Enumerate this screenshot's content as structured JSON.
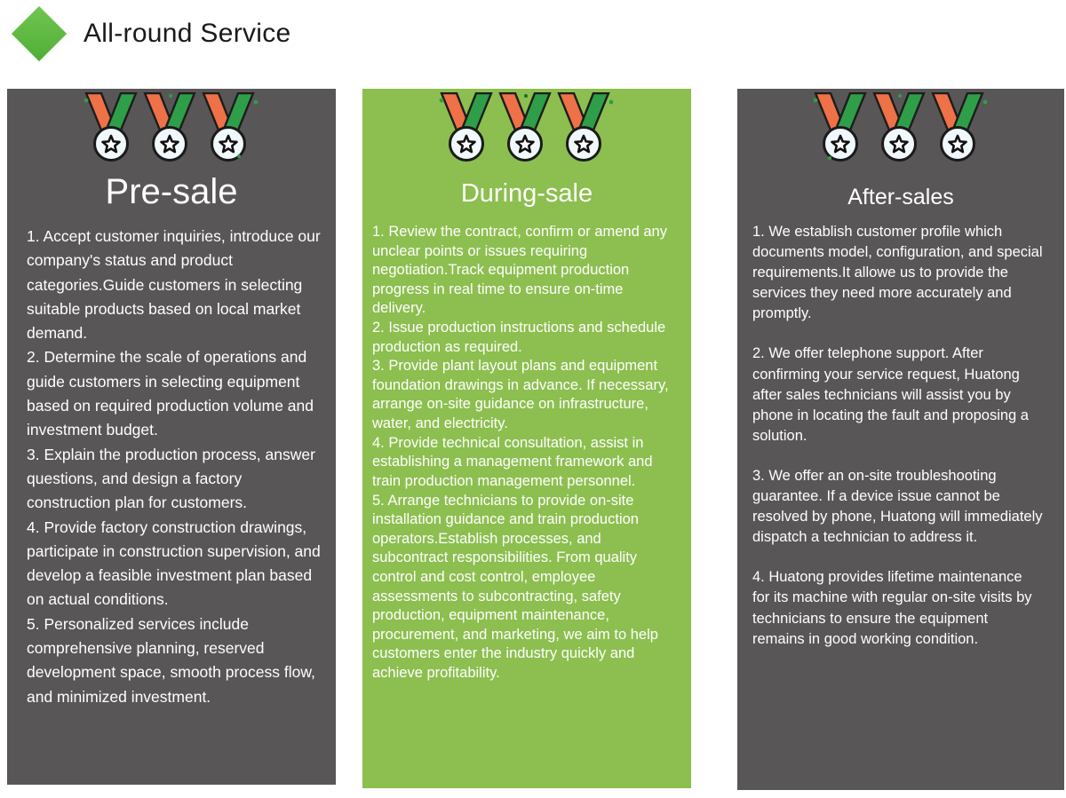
{
  "header": {
    "title": "All-round Service"
  },
  "icons": {
    "header_icon": "diamond-icon",
    "card_badge": "medals-icon",
    "medal_star": "star-icon"
  },
  "colors": {
    "page_bg": "#ffffff",
    "gray_card": "#595657",
    "green_card": "#8cbf4f",
    "diamond_green": "#5eb73b",
    "ribbon_orange": "#ee7148",
    "ribbon_green": "#2f9e49",
    "card_text": "#ffffff",
    "header_text": "#1a1a1a"
  },
  "cards": [
    {
      "id": "pre-sale",
      "title": "Pre-sale",
      "theme": "gray",
      "items": [
        "1. Accept customer inquiries, introduce our company's status and product categories.Guide customers in selecting suitable products based on local market demand.",
        "2. Determine the scale of operations and guide customers in selecting equipment based on required production volume and investment budget.",
        "3. Explain the production process, answer questions, and design a factory construction plan for customers.",
        "4. Provide factory construction drawings, participate in construction supervision, and develop a feasible investment plan based on actual conditions.",
        "5. Personalized services include comprehensive planning, reserved development space, smooth process flow, and minimized investment."
      ]
    },
    {
      "id": "during-sale",
      "title": "During-sale",
      "theme": "green",
      "items": [
        "1. Review the contract, confirm or amend any unclear points or issues requiring negotiation.Track equipment production progress in real time to ensure on-time delivery.",
        "2. Issue production instructions and schedule production as required.",
        "3. Provide plant layout plans and equipment foundation drawings in advance. If necessary, arrange on-site guidance on infrastructure, water, and electricity.",
        "4. Provide technical consultation, assist in establishing a management framework and train production management personnel.",
        "5. Arrange technicians to provide on-site installation guidance and train production operators.Establish processes, and subcontract responsibilities. From quality control and cost control, employee assessments to subcontracting, safety production, equipment maintenance, procurement, and marketing, we aim to help customers enter the industry quickly and achieve profitability."
      ]
    },
    {
      "id": "after-sales",
      "title": "After-sales",
      "theme": "gray",
      "items": [
        "1. We establish customer profile which documents model, configuration, and special requirements.It allowe us to provide the services they need more accurately and promptly.",
        "2. We offer telephone support. After confirming your service request, Huatong after sales technicians will assist you by phone in locating the fault and proposing a solution.",
        "3. We offer an on-site troubleshooting guarantee. If a device issue cannot be resolved by phone, Huatong will immediately dispatch a technician to address it.",
        "4. Huatong provides lifetime maintenance for its machine with regular on-site visits by technicians to ensure the equipment remains in good working condition."
      ]
    }
  ]
}
